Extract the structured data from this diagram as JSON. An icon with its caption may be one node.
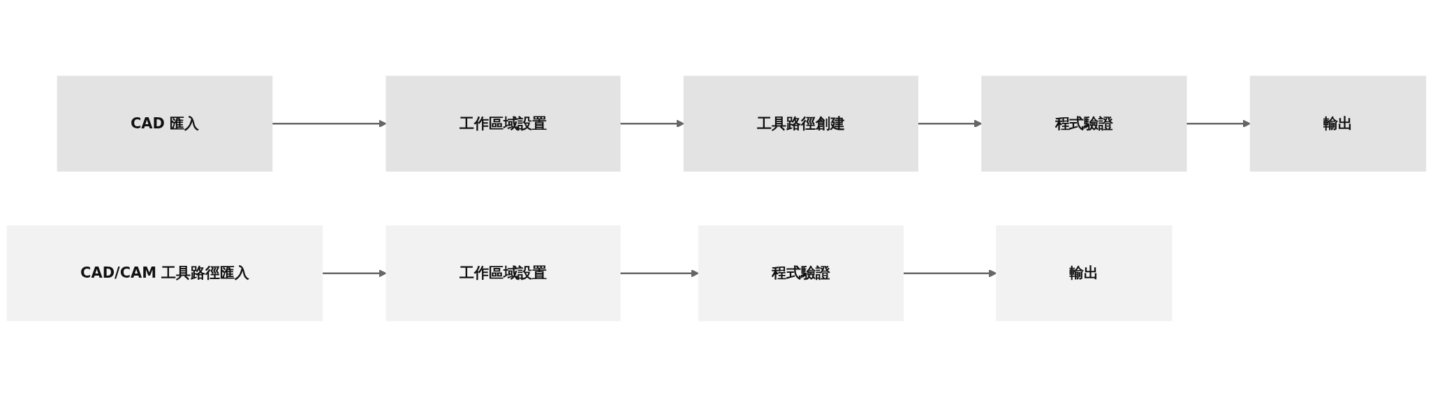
{
  "diagram": {
    "nodes": [
      {
        "text": [
          "CAD 匯入"
        ]
      },
      {
        "text": [
          "工作區域設置"
        ]
      },
      {
        "text": [
          "工具路徑創建"
        ]
      },
      {
        "text": [
          "程式驗證"
        ]
      },
      {
        "text": [
          "輸出"
        ]
      },
      {
        "text": [
          "CAD/CAM 工具路徑匯入"
        ]
      },
      {
        "text": [
          "工作區域設置"
        ]
      },
      {
        "text": [
          "程式驗證"
        ]
      },
      {
        "text": [
          "輸出"
        ]
      }
    ],
    "edges": [
      {
        "from": 0,
        "to": 1,
        "arrow": "to"
      },
      {
        "from": 1,
        "to": 2,
        "arrow": "to"
      },
      {
        "from": 2,
        "to": 3,
        "arrow": "to"
      },
      {
        "from": 3,
        "to": 4,
        "arrow": "to"
      },
      {
        "from": 5,
        "to": 6,
        "arrow": "to"
      },
      {
        "from": 6,
        "to": 7,
        "arrow": "to"
      },
      {
        "from": 7,
        "to": 8,
        "arrow": "to"
      }
    ]
  }
}
